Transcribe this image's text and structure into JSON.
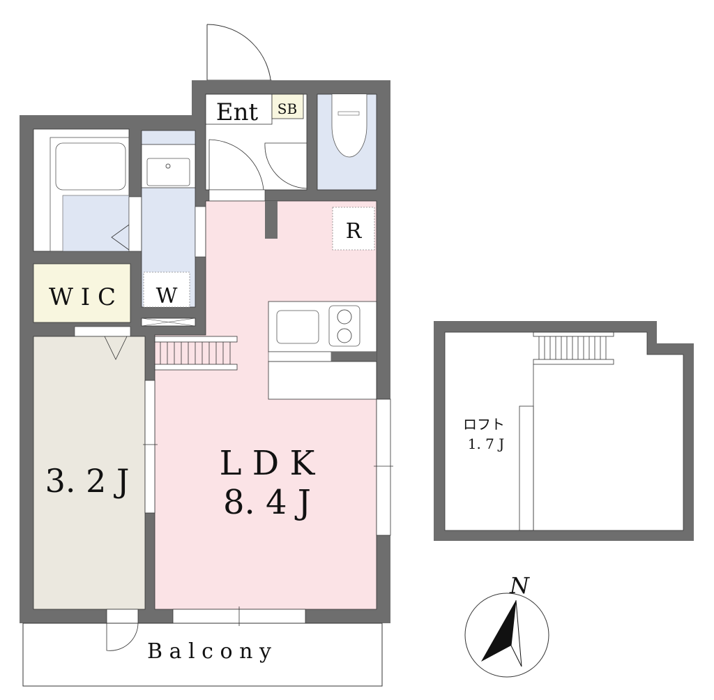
{
  "labels": {
    "entrance": "Ent",
    "shoe_box": "SB",
    "refrigerator": "R",
    "washer": "W",
    "wic": "W I C",
    "ldk_name": "L D K",
    "ldk_size": "8. 4 J",
    "room_size": "3. 2 J",
    "balcony": "B a l c o n y",
    "loft_name": "ロフト",
    "loft_size": "1. 7 J",
    "north": "N"
  },
  "colors": {
    "wall": "#6e6e6e",
    "ldk": "#fbe3e6",
    "wet_area": "#dfe6f3",
    "wic": "#f8f6df",
    "room": "#ebe8df"
  }
}
